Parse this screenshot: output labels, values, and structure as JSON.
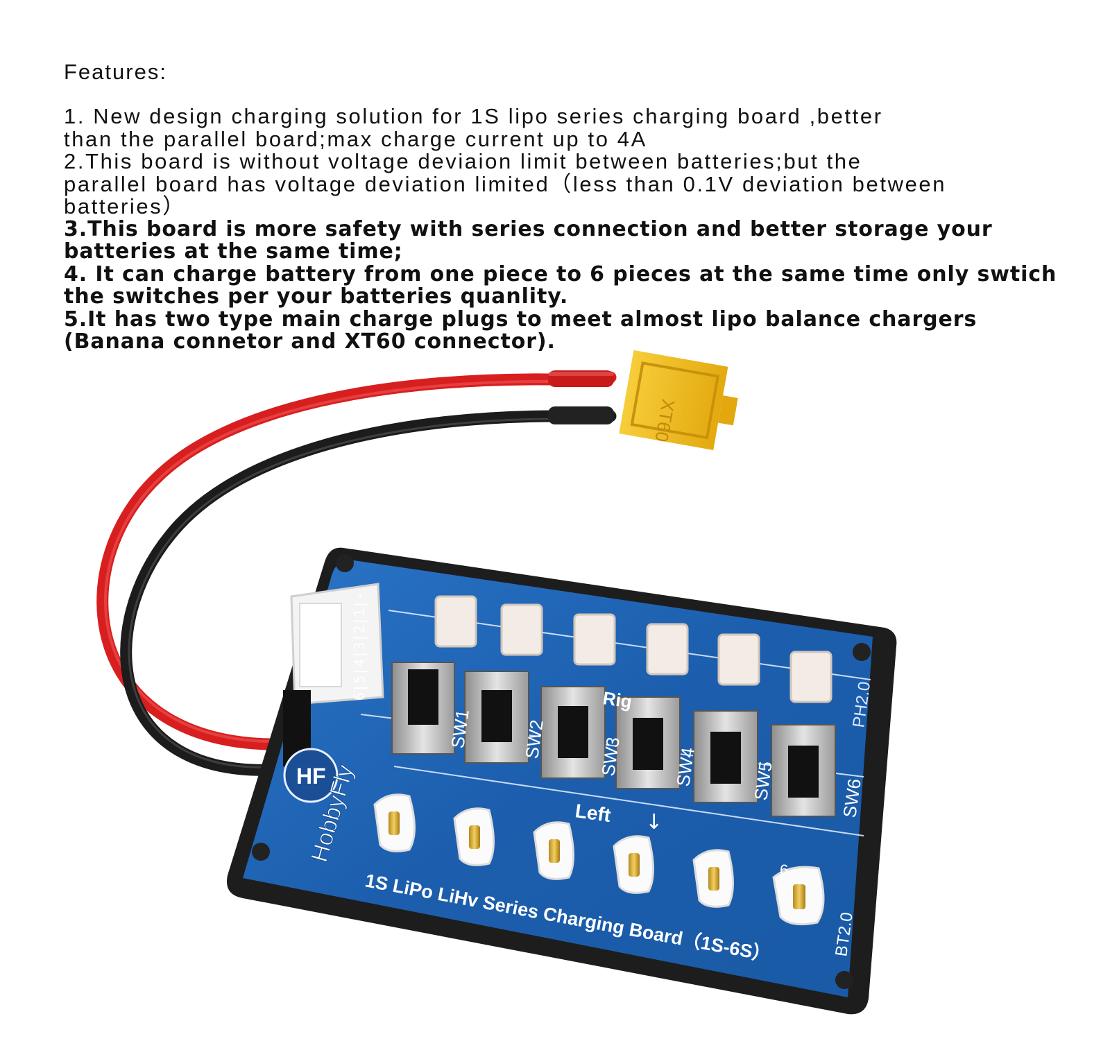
{
  "features": {
    "title": "Features:",
    "lines": [
      {
        "text": "1. New design charging solution for 1S lipo series charging board ,better",
        "style": "light"
      },
      {
        "text": "than the parallel board;max charge current up to 4A",
        "style": "light"
      },
      {
        "text": "2.This board is without voltage deviaion limit between batteries;but the",
        "style": "light"
      },
      {
        "text": "parallel board has voltage deviation limited（less than 0.1V deviation between",
        "style": "light"
      },
      {
        "text": "batteries）",
        "style": "light"
      },
      {
        "text": "3.This board is more safety with series connection and better storage your",
        "style": "bold"
      },
      {
        "text": "batteries at the same time;",
        "style": "bold"
      },
      {
        "text": "4. It can charge battery from one piece to 6 pieces at the same time only swtich",
        "style": "bold"
      },
      {
        "text": "the switches per your batteries quanlity.",
        "style": "bold"
      },
      {
        "text": "5.It has two type main charge plugs to meet almost lipo balance chargers",
        "style": "bold"
      },
      {
        "text": "(Banana connetor and XT60 connector).",
        "style": "bold"
      }
    ]
  },
  "board": {
    "brand": "HobbyFly",
    "logo_text": "HF",
    "title": "1S LiPo LiHv  Series Charging  Board（1S-6S）",
    "switch_labels": [
      "SW1",
      "SW2",
      "SW3",
      "SW4",
      "SW5",
      "SW6"
    ],
    "left_label": "Left",
    "right_label": "Rig",
    "ph_label": "PH2.0",
    "bt_label": "BT2.0",
    "balance_pins": "6|5|4|3|2|1|-",
    "bt_number": "6"
  },
  "connector": {
    "label": "XT60"
  },
  "colors": {
    "board_blue": "#1f63b4",
    "board_dark": "#0d3c82",
    "frame": "#1b1b1b",
    "red_wire": "#e02525",
    "black_wire": "#1c1c1c",
    "xt60_yellow": "#f2be1a"
  }
}
